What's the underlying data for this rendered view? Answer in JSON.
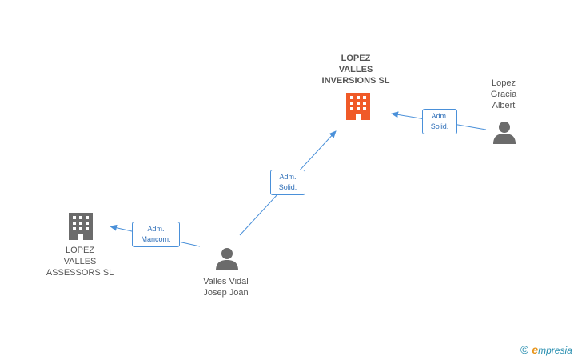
{
  "nodes": {
    "lopez_valles_inversions": {
      "label": "LOPEZ\nVALLES\nINVERSIONS SL",
      "type": "company",
      "color": "#f05a28"
    },
    "lopez_gracia_albert": {
      "label": "Lopez\nGracia\nAlbert",
      "type": "person",
      "color": "#6b6b6b"
    },
    "lopez_valles_assessors": {
      "label": "LOPEZ\nVALLES\nASSESSORS SL",
      "type": "company",
      "color": "#6b6b6b"
    },
    "valles_vidal_josep_joan": {
      "label": "Valles Vidal\nJosep Joan",
      "type": "person",
      "color": "#6b6b6b"
    }
  },
  "edges": {
    "albert_to_inversions": {
      "label": "Adm.\nSolid."
    },
    "josep_to_inversions": {
      "label": "Adm.\nSolid."
    },
    "josep_to_assessors": {
      "label": "Adm.\nMancom."
    }
  },
  "colors": {
    "edge": "#4a90d9",
    "accent": "#f05a28"
  },
  "brand": {
    "copyright": "©",
    "initial": "e",
    "name": "mpresia"
  }
}
